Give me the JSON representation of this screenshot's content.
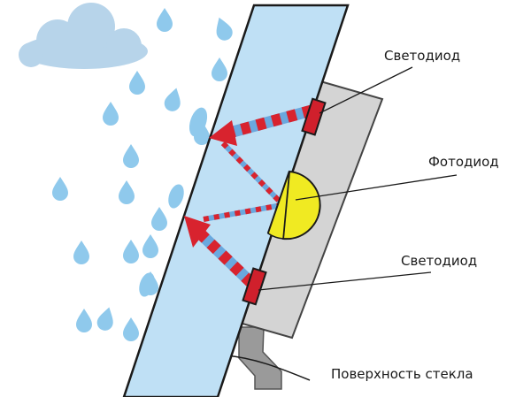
{
  "labels": {
    "led_top": "Светодиод",
    "photodiode": "Фотодиод",
    "led_bottom": "Светодиод",
    "glass_surface": "Поверхность стекла"
  },
  "colors": {
    "glass": "#bfe0f5",
    "glass_edge": "#1a1a1a",
    "drops": "#8fc9ec",
    "cloud": "#b7d4ea",
    "sensor_housing": "#d4d4d4",
    "led": "#d0202c",
    "photodiode": "#f0ea22",
    "beam_red": "#d8232e",
    "beam_blue": "#6aa8de",
    "cable": "#9a9a9a"
  }
}
